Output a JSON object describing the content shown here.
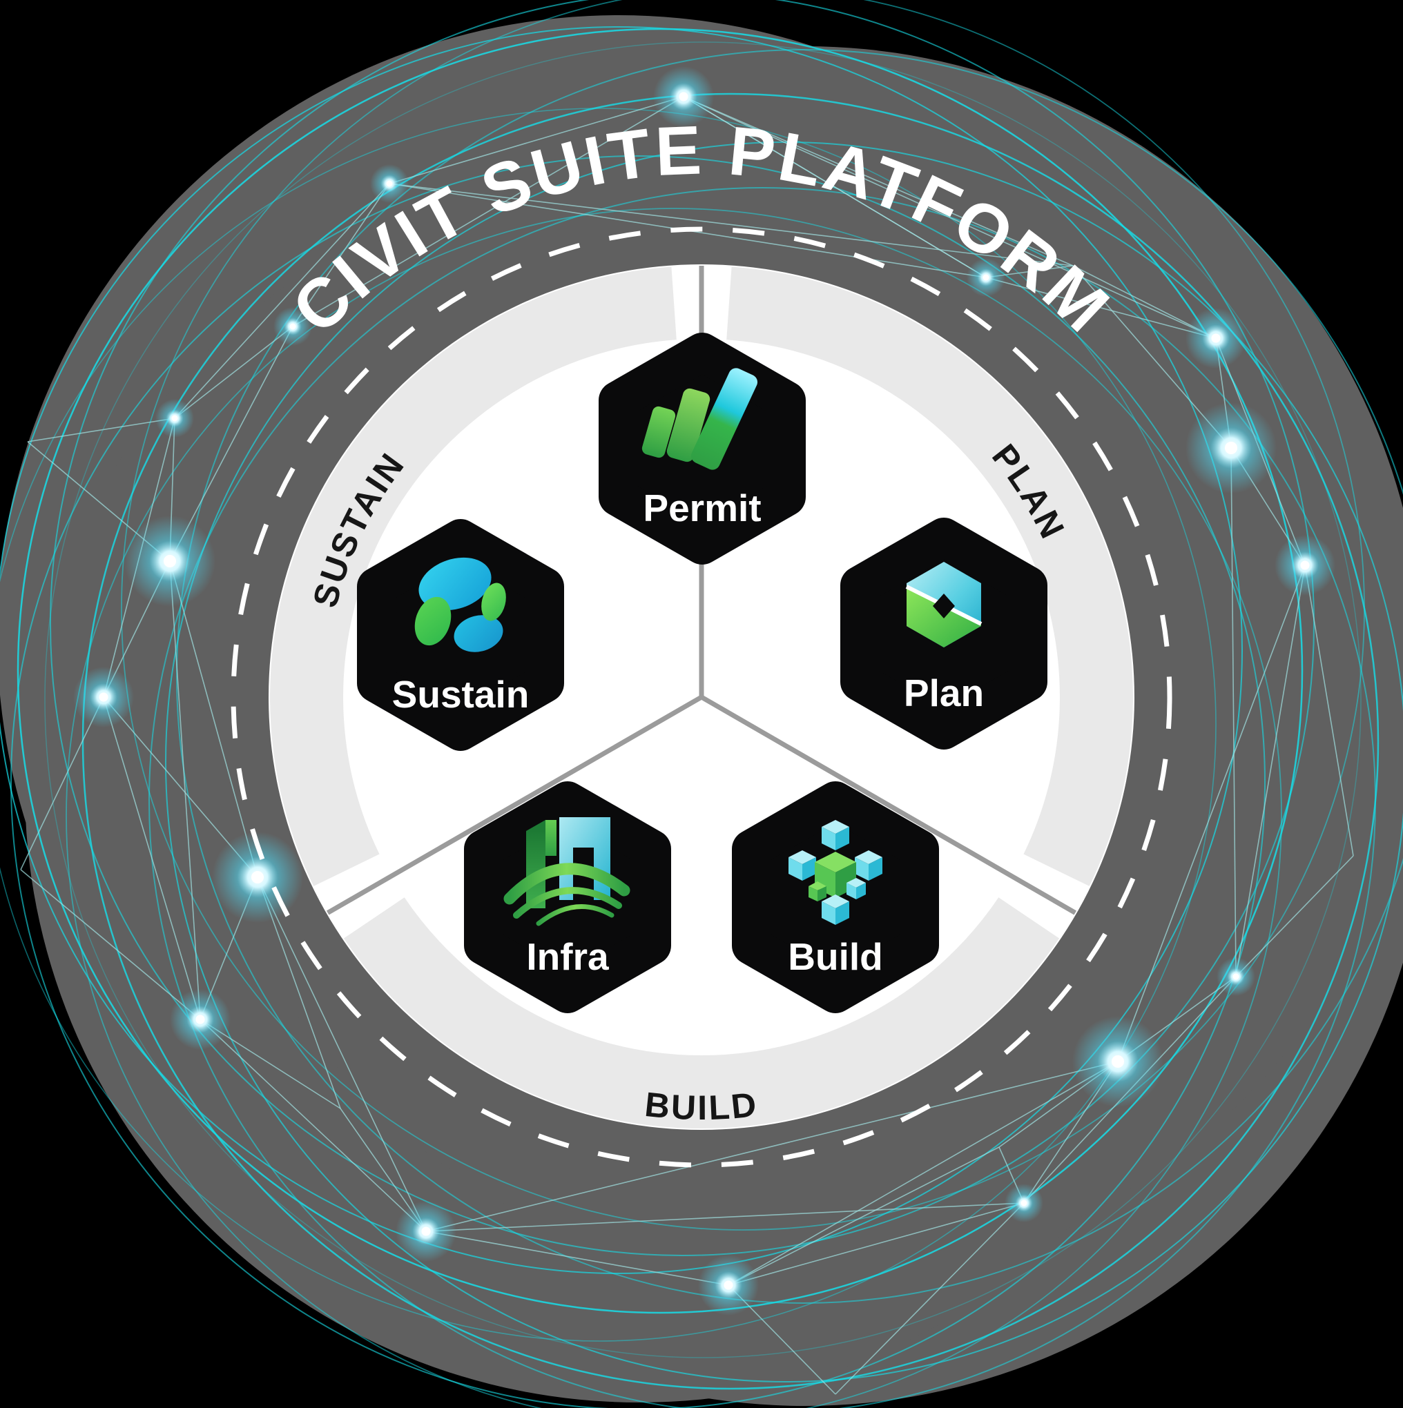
{
  "title": "CIVIT SUITE PLATFORM",
  "segments": [
    {
      "label": "SUSTAIN"
    },
    {
      "label": "PLAN"
    },
    {
      "label": "BUILD"
    }
  ],
  "modules": [
    {
      "name": "Permit",
      "icon": "permit-check-icon"
    },
    {
      "name": "Plan",
      "icon": "plan-cube-icon"
    },
    {
      "name": "Sustain",
      "icon": "sustain-orb-icon"
    },
    {
      "name": "Infra",
      "icon": "infra-bridge-icon"
    },
    {
      "name": "Build",
      "icon": "build-blocks-icon"
    }
  ],
  "colors": {
    "background": "#000000",
    "outer_disc": "#606060",
    "inner_ring": "#e9e9e9",
    "center_disc": "#ffffff",
    "hexagon": "#0a0a0b",
    "title": "#ffffff",
    "segment_label": "#161616",
    "divider": "#9b9b9b",
    "dashed_orbit": "#ffffff",
    "mesh_line": "#9fdede",
    "orbit_arc": "#17dde8",
    "icon_green": "#37b24d",
    "icon_cyan": "#3bc9db"
  },
  "network": {
    "nodes": [
      [
        990,
        140,
        2
      ],
      [
        1428,
        402,
        1
      ],
      [
        564,
        266,
        1
      ],
      [
        424,
        473,
        1
      ],
      [
        253,
        606,
        1
      ],
      [
        246,
        813,
        3
      ],
      [
        150,
        1010,
        2
      ],
      [
        373,
        1271,
        3
      ],
      [
        290,
        1477,
        2
      ],
      [
        617,
        1784,
        2
      ],
      [
        1055,
        1862,
        2
      ],
      [
        1483,
        1743,
        1
      ],
      [
        1619,
        1538,
        3
      ],
      [
        1790,
        1415,
        1
      ],
      [
        1890,
        819,
        2
      ],
      [
        1783,
        649,
        3
      ],
      [
        1761,
        490,
        2
      ],
      [
        1554,
        385,
        0
      ],
      [
        493,
        1606,
        0
      ],
      [
        1447,
        1662,
        0
      ],
      [
        40,
        640,
        0
      ],
      [
        30,
        1260,
        0
      ],
      [
        1210,
        2020,
        0
      ],
      [
        1960,
        1240,
        0
      ]
    ],
    "edges": [
      [
        0,
        2
      ],
      [
        2,
        3
      ],
      [
        3,
        4
      ],
      [
        4,
        5
      ],
      [
        5,
        6
      ],
      [
        6,
        7
      ],
      [
        7,
        8
      ],
      [
        8,
        9
      ],
      [
        9,
        10
      ],
      [
        10,
        11
      ],
      [
        11,
        12
      ],
      [
        12,
        13
      ],
      [
        13,
        14
      ],
      [
        14,
        15
      ],
      [
        15,
        16
      ],
      [
        16,
        17
      ],
      [
        17,
        1
      ],
      [
        1,
        0
      ],
      [
        0,
        1
      ],
      [
        0,
        3
      ],
      [
        0,
        17
      ],
      [
        1,
        2
      ],
      [
        2,
        4
      ],
      [
        3,
        5
      ],
      [
        4,
        6
      ],
      [
        5,
        7
      ],
      [
        6,
        8
      ],
      [
        7,
        9
      ],
      [
        8,
        18
      ],
      [
        18,
        9
      ],
      [
        18,
        7
      ],
      [
        9,
        11
      ],
      [
        10,
        19
      ],
      [
        19,
        12
      ],
      [
        19,
        11
      ],
      [
        10,
        12
      ],
      [
        11,
        13
      ],
      [
        12,
        14
      ],
      [
        13,
        15
      ],
      [
        14,
        16
      ],
      [
        15,
        17
      ],
      [
        16,
        1
      ],
      [
        0,
        16
      ],
      [
        5,
        8
      ],
      [
        2,
        17
      ],
      [
        9,
        12
      ],
      [
        5,
        20
      ],
      [
        4,
        20
      ],
      [
        8,
        21
      ],
      [
        6,
        21
      ],
      [
        10,
        22
      ],
      [
        11,
        22
      ],
      [
        14,
        23
      ],
      [
        13,
        23
      ]
    ],
    "arcs": [
      [
        -60,
        -40,
        930,
        2.5,
        0.85
      ],
      [
        -120,
        -70,
        903,
        2,
        0.7
      ],
      [
        -28,
        -108,
        915,
        2,
        0.6
      ],
      [
        42,
        62,
        938,
        2.5,
        0.8
      ],
      [
        122,
        92,
        898,
        2,
        0.65
      ],
      [
        88,
        148,
        888,
        2,
        0.55
      ],
      [
        -92,
        122,
        908,
        2,
        0.6
      ],
      [
        -148,
        38,
        893,
        1.6,
        0.45
      ],
      [
        148,
        -32,
        908,
        2,
        0.55
      ],
      [
        2,
        2,
        953,
        1.5,
        0.3
      ],
      [
        60,
        -130,
        900,
        1.8,
        0.5
      ],
      [
        -40,
        170,
        880,
        1.8,
        0.5
      ]
    ],
    "glow_radius": [
      0,
      28,
      44,
      66
    ],
    "core_radius": [
      0,
      4.5,
      6.5,
      9
    ]
  }
}
